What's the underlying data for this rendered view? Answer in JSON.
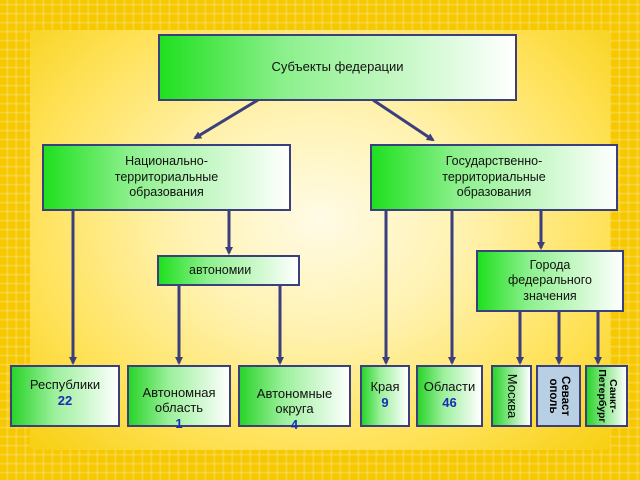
{
  "root": {
    "label": "Субъекты федерации"
  },
  "national": {
    "label": "Национально-\nтерриториальные\nобразования"
  },
  "state": {
    "label": "Государственно-\nтерриториальные\nобразования"
  },
  "autonomies": {
    "label": "автономии"
  },
  "federal_cities": {
    "label": "Города\nфедерального\nзначения"
  },
  "leaves": {
    "republics": {
      "label": "Республики",
      "count": "22"
    },
    "autonomous_region": {
      "label": "Автономная\nобласть",
      "count": "1"
    },
    "autonomous_districts": {
      "label": "Автономные\nокруга",
      "count": "4"
    },
    "krai": {
      "label": "Края",
      "count": "9"
    },
    "oblasti": {
      "label": "Области",
      "count": "46"
    },
    "moscow": {
      "label": "Москва"
    },
    "sevastopol": {
      "label": "Севаст\nополь"
    },
    "spb": {
      "label": "Санкт-\nПетербург"
    }
  },
  "colors": {
    "border": "#3b3f7e",
    "box_green": "#1fe01f",
    "count_blue": "#1a2cb8",
    "background": "#f6c800"
  }
}
